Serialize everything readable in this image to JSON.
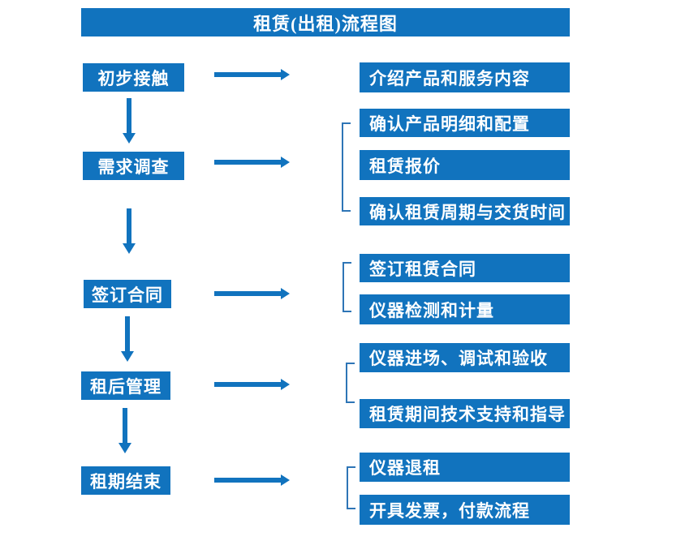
{
  "title": "租赁(出租)流程图",
  "stages": [
    {
      "label": "初步接触",
      "details": [
        "介绍产品和服务内容"
      ]
    },
    {
      "label": "需求调查",
      "details": [
        "确认产品明细和配置",
        "租赁报价",
        "确认租赁周期与交货时间"
      ]
    },
    {
      "label": "签订合同",
      "details": [
        "签订租赁合同",
        "仪器检测和计量"
      ]
    },
    {
      "label": "租后管理",
      "details": [
        "仪器进场、调试和验收",
        "租赁期间技术支持和指导"
      ]
    },
    {
      "label": "租期结束",
      "details": [
        "仪器退租",
        "开具发票，付款流程"
      ]
    }
  ],
  "colors": {
    "primary": "#1173BE",
    "bracket": "#2E75B6",
    "text": "#FFFFFF",
    "background": "#FFFFFF"
  }
}
